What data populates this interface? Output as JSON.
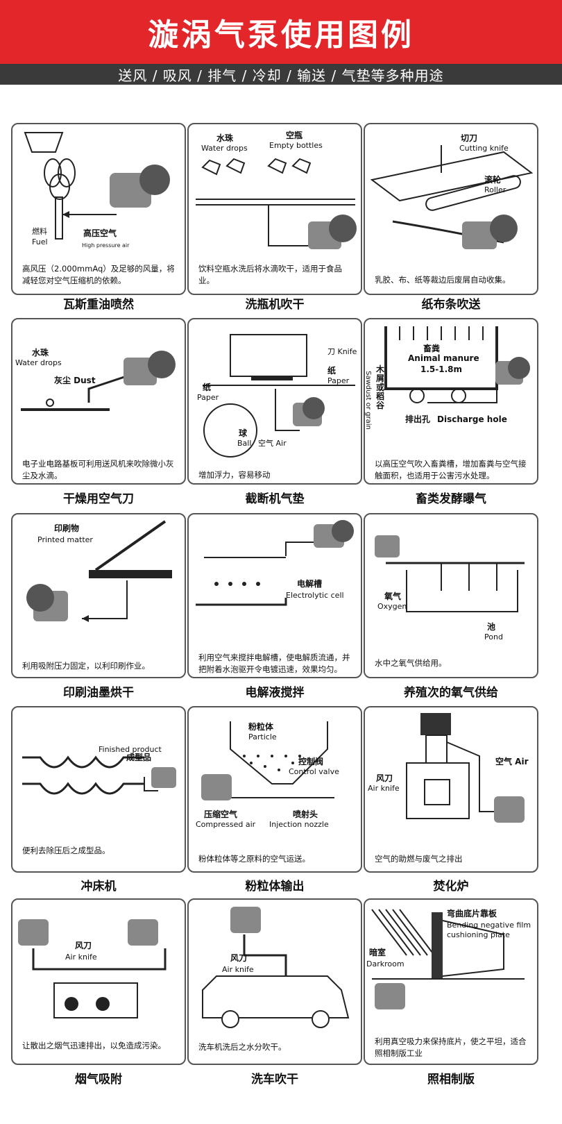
{
  "header": {
    "title": "漩涡气泵使用图例",
    "subtitle": "送风 / 吸风 / 排气 / 冷却 / 输送 / 气垫等多种用途"
  },
  "cards": [
    {
      "caption": "瓦斯重油喷然",
      "desc": "高风压（2.000mmAq）及足够的风量，将减轻您对空气压缩机的依赖。",
      "labels": [
        "燃料",
        "Fuel",
        "高压空气",
        "High pressure air"
      ]
    },
    {
      "caption": "洗瓶机吹干",
      "desc": "饮料空瓶水洗后将水滴吹干，适用于食品业。",
      "labels": [
        "水珠",
        "Water drops",
        "空瓶",
        "Empty bottles"
      ]
    },
    {
      "caption": "纸布条吹送",
      "desc": "乳胶、布、纸等裁边后废屑自动收集。",
      "labels": [
        "切刀",
        "Cutting knife",
        "滚轮",
        "Roller"
      ]
    },
    {
      "caption": "干燥用空气刀",
      "desc": "电子业电路基板可利用送风机来吹除微小灰尘及水滴。",
      "labels": [
        "水珠",
        "Water drops",
        "灰尘 Dust"
      ]
    },
    {
      "caption": "截断机气垫",
      "desc": "增加浮力，容易移动",
      "labels": [
        "刀 Knife",
        "纸",
        "Paper",
        "纸",
        "Paper",
        "球",
        "Ball",
        "空气 Air"
      ]
    },
    {
      "caption": "畜类发酵曝气",
      "desc": "以高压空气吹入畜粪槽，增加畜粪与空气接触面积，也适用于公害污水处理。",
      "labels": [
        "畜粪",
        "Animal manure",
        "1.5-1.8m",
        "木屑或稻谷",
        "Sawdust or grain",
        "排出孔",
        "Discharge hole"
      ]
    },
    {
      "caption": "印刷油墨烘干",
      "desc": "利用吸附压力固定，以利印刷作业。",
      "labels": [
        "印刷物",
        "Printed matter"
      ]
    },
    {
      "caption": "电解液搅拌",
      "desc": "利用空气来搅拌电解槽，使电解质流通，并把附着水泡驱开令电镀迅速，效果均匀。",
      "labels": [
        "电解槽",
        "Electrolytic cell"
      ]
    },
    {
      "caption": "养殖次的氧气供给",
      "desc": "水中之氧气供给用。",
      "labels": [
        "氧气",
        "Oxygen",
        "池",
        "Pond"
      ]
    },
    {
      "caption": "冲床机",
      "desc": "便利去除压后之成型品。",
      "labels": [
        "Finished product",
        "成型品"
      ]
    },
    {
      "caption": "粉粒体输出",
      "desc": "粉体粒体等之原料的空气运送。",
      "labels": [
        "粉粒体",
        "Particle",
        "控制阀",
        "Control valve",
        "压缩空气",
        "Compressed air",
        "喷射头",
        "Injection nozzle"
      ]
    },
    {
      "caption": "焚化炉",
      "desc": "空气的助燃与废气之排出",
      "labels": [
        "风刀",
        "Air knife",
        "空气 Air"
      ]
    },
    {
      "caption": "烟气吸附",
      "desc": "让散出之烟气迅速排出，以免造成污染。",
      "labels": [
        "风刀",
        "Air knife"
      ]
    },
    {
      "caption": "洗车吹干",
      "desc": "洗车机洗后之水分吹干。",
      "labels": [
        "风刀",
        "Air knife"
      ]
    },
    {
      "caption": "照相制版",
      "desc": "利用真空吸力来保持底片，使之平坦，适合照相制版工业",
      "labels": [
        "弯曲底片靠板",
        "Bending negative film",
        "cushioning plate",
        "暗室",
        "Darkroom"
      ]
    }
  ]
}
